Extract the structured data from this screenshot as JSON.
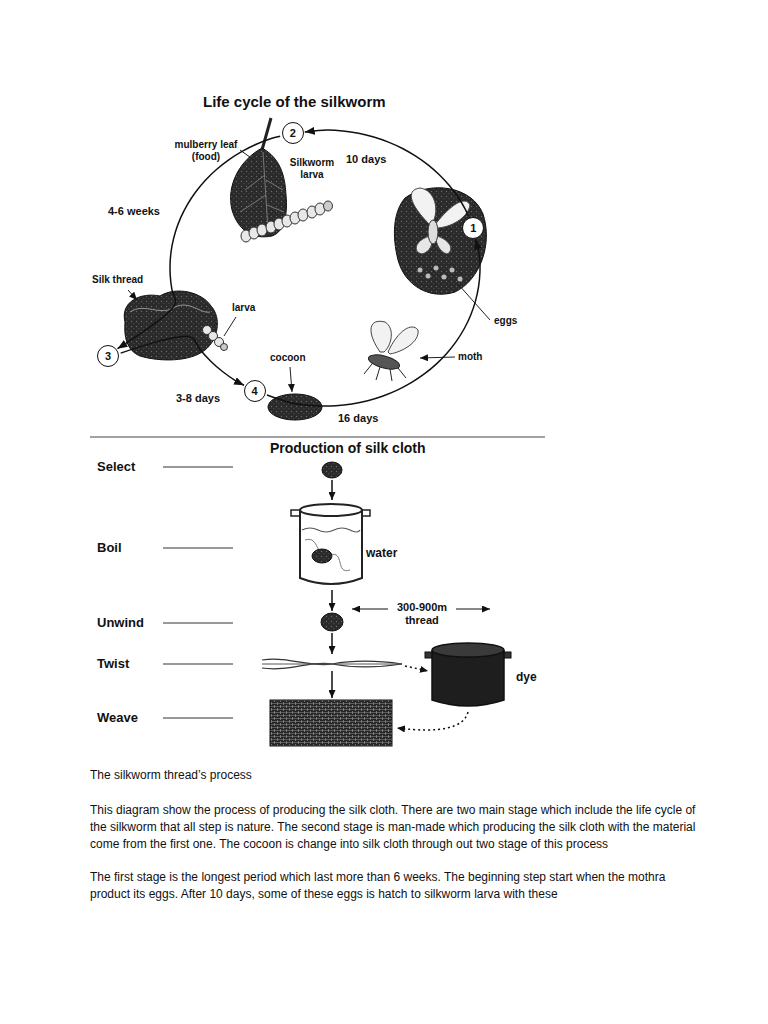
{
  "diagram": {
    "title": "Life cycle of the silkworm",
    "nodes": [
      {
        "text": [
          "1"
        ]
      },
      {
        "text": [
          "2"
        ]
      },
      {
        "text": [
          "3"
        ]
      },
      {
        "text": [
          "4"
        ]
      }
    ],
    "edges": [
      {
        "from": 0,
        "to": 1,
        "arrow": "to",
        "label": "10 days"
      },
      {
        "from": 1,
        "to": 2,
        "arrow": "to",
        "label": "4-6 weeks"
      },
      {
        "from": 2,
        "to": 3,
        "arrow": "to",
        "label": "3-8 days"
      },
      {
        "from": 3,
        "to": 0,
        "arrow": "to",
        "label": "16 days"
      }
    ],
    "labels": [
      "mulberry leaf (food)",
      "Silkworm larva",
      "Silk thread",
      "larva",
      "eggs",
      "moth",
      "cocoon",
      "Production of silk cloth",
      "Select",
      "Boil",
      "Unwind",
      "Twist",
      "Weave",
      "water",
      "300-900m thread",
      "dye",
      "The silkworm thread’s process",
      "This diagram show the process of producing the silk cloth. There are two main stage which include the life cycle of the silkworm that all step is nature. The second stage is man-made which producing the silk cloth with the material come from the first one. The cocoon is change into silk cloth through out two stage of this process",
      "The first stage is the longest period which last more than 6 weeks. The beginning step start when the mothra product its eggs. After 10 days, some of these eggs is hatch to silkworm larva with these"
    ]
  }
}
